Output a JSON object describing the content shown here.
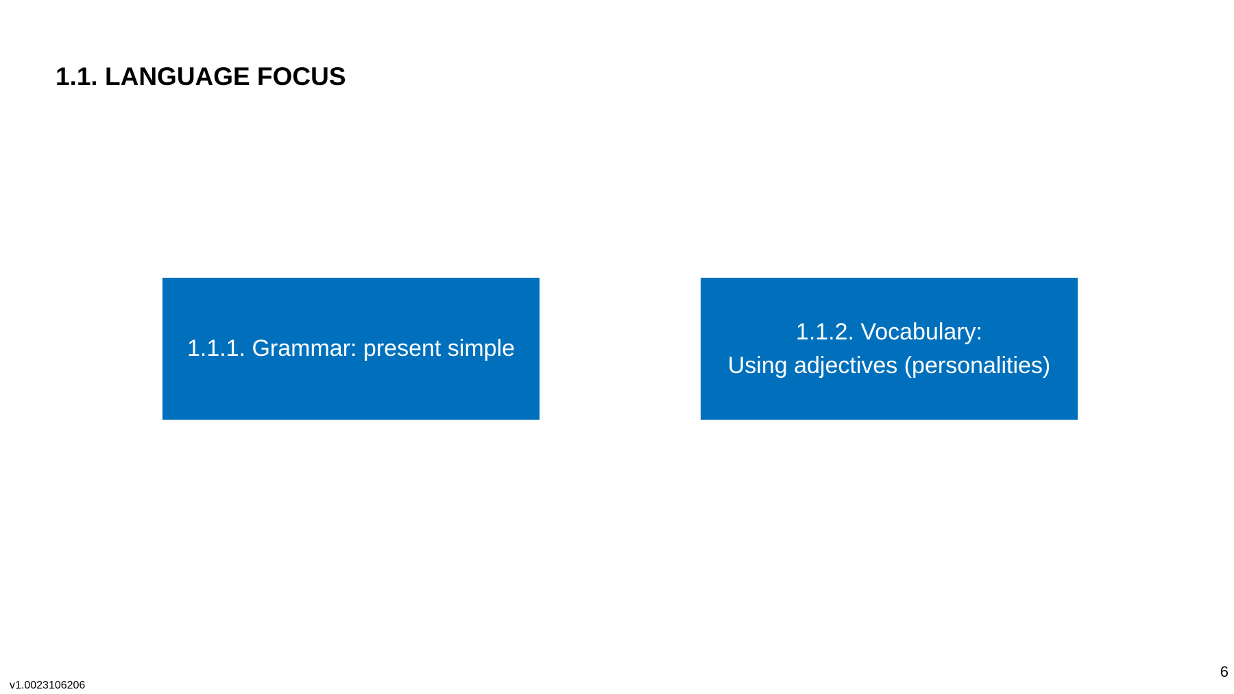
{
  "slide": {
    "title": "1.1. LANGUAGE FOCUS",
    "page_number": "6",
    "version": "v1.0023106206",
    "colors": {
      "background": "#FFFFFF",
      "box_fill": "#0070BC",
      "box_text": "#FFFFFF",
      "title_text": "#000000"
    }
  },
  "topics": [
    {
      "lines": [
        "1.1.1. Grammar: present simple"
      ]
    },
    {
      "lines": [
        "1.1.2. Vocabulary:",
        "Using adjectives (personalities)"
      ]
    }
  ]
}
